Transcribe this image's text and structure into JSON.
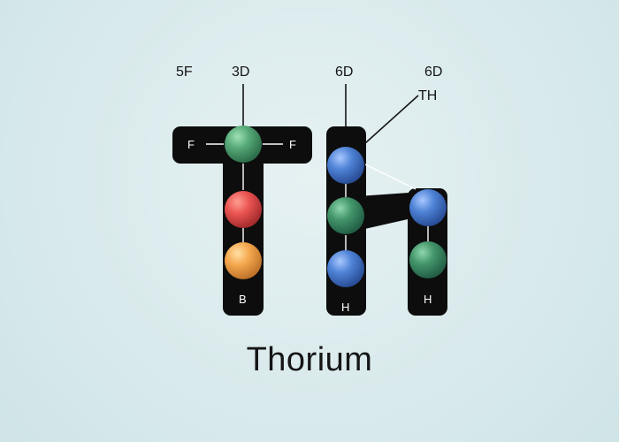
{
  "diagram": {
    "title": "Thorium",
    "top_labels": {
      "left_5f": "5F",
      "mid_3d": "3D",
      "right_6d_a": "6D",
      "right_6d_b": "6D",
      "right_th": "TH"
    },
    "inner_labels": {
      "t_bar_left": "F",
      "t_bar_right": "F",
      "t_stem_bottom": "B",
      "h_left_bottom": "H",
      "h_right_bottom": "H"
    },
    "colors": {
      "letter_fill": "#0d0d0d",
      "ball_green": "#4a9a6a",
      "ball_red": "#e4504f",
      "ball_orange": "#f2a64f",
      "ball_blue": "#4a7fd1",
      "ball_teal": "#3e8f67",
      "background": "#d9eaec"
    }
  }
}
